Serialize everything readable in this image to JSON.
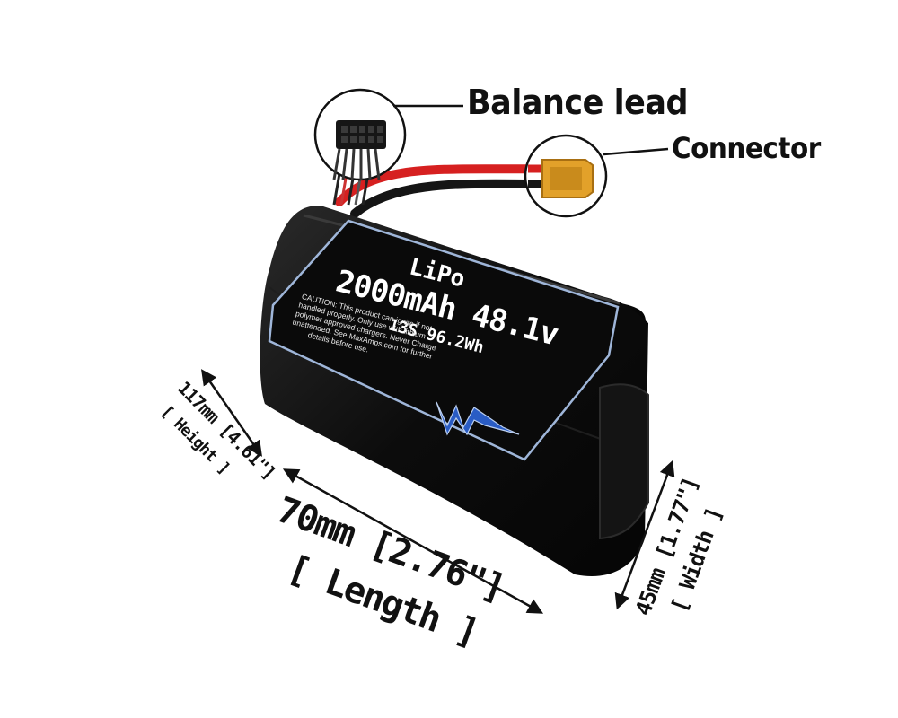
{
  "callouts": {
    "balance_lead": "Balance lead",
    "connector": "Connector"
  },
  "battery_label": {
    "chemistry": "LiPo",
    "capacity_voltage": "2000mAh 48.1v",
    "config_energy": "13S 96.2Wh",
    "caution_lines": [
      "CAUTION: This product can ignite if not",
      "handled properly. Only use with lithium",
      "polymer approved chargers. Never Charge",
      "unattended. See MaxAmps.com for further",
      "details before use."
    ],
    "logo": "MA"
  },
  "dimensions": {
    "length_value": "70mm [2.76\"]",
    "length_name": "[ Length ]",
    "height_value": "117mm [4.61\"]",
    "height_name": "[ Height ]",
    "width_value": "45mm [1.77\"]",
    "width_name": "[ Width ]"
  },
  "colors": {
    "battery_body": "#0c0c0c",
    "label_border": "#9fb6d9",
    "logo_blue": "#2a5cc4",
    "connector_yellow": "#e2a12a",
    "wire_red": "#d62020",
    "text": "#111111"
  }
}
